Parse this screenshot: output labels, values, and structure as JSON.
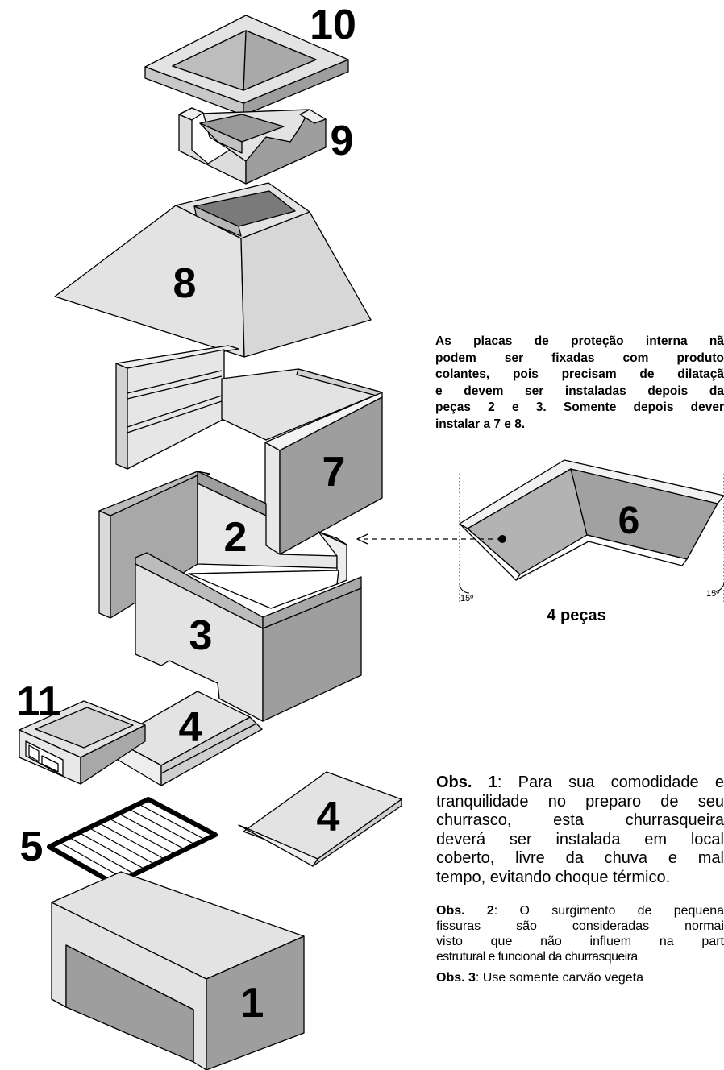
{
  "piece_numbers": {
    "p1": "1",
    "p2": "2",
    "p3": "3",
    "p4a": "4",
    "p4b": "4",
    "p5": "5",
    "p6": "6",
    "p7": "7",
    "p8": "8",
    "p9": "9",
    "p10": "10",
    "p11": "11"
  },
  "angle_left": "15º",
  "angle_right": "15º",
  "pieces_count": "4 peças",
  "note_lines": [
    "As placas de proteção interna  nã",
    "podem ser fixadas com produto",
    "colantes, pois precisam de dilataçã",
    "e devem ser instaladas depois da",
    "peças 2 e 3. Somente depois dever",
    "instalar a 7 e 8."
  ],
  "obs1": {
    "label": "Obs. 1",
    "lines": [
      ": Para sua comodidade e",
      "tranquilidade no preparo de seu",
      "churrasco, esta churrasqueira",
      "deverá ser instalada em local",
      "coberto, livre da chuva e mal",
      "tempo, evitando choque térmico."
    ]
  },
  "obs2": {
    "label": "Obs. 2",
    "lines": [
      ": O surgimento de pequena",
      "fissuras são consideradas normai",
      "visto que não influem na part",
      "estrutural e funcional da churrasqueira"
    ]
  },
  "obs3": {
    "label": "Obs. 3",
    "text": ": Use somente carvão vegeta"
  },
  "colors": {
    "light": "#e3e3e3",
    "mid": "#c8c8c8",
    "dark": "#9e9e9e",
    "darker": "#888888",
    "line": "#000000"
  }
}
